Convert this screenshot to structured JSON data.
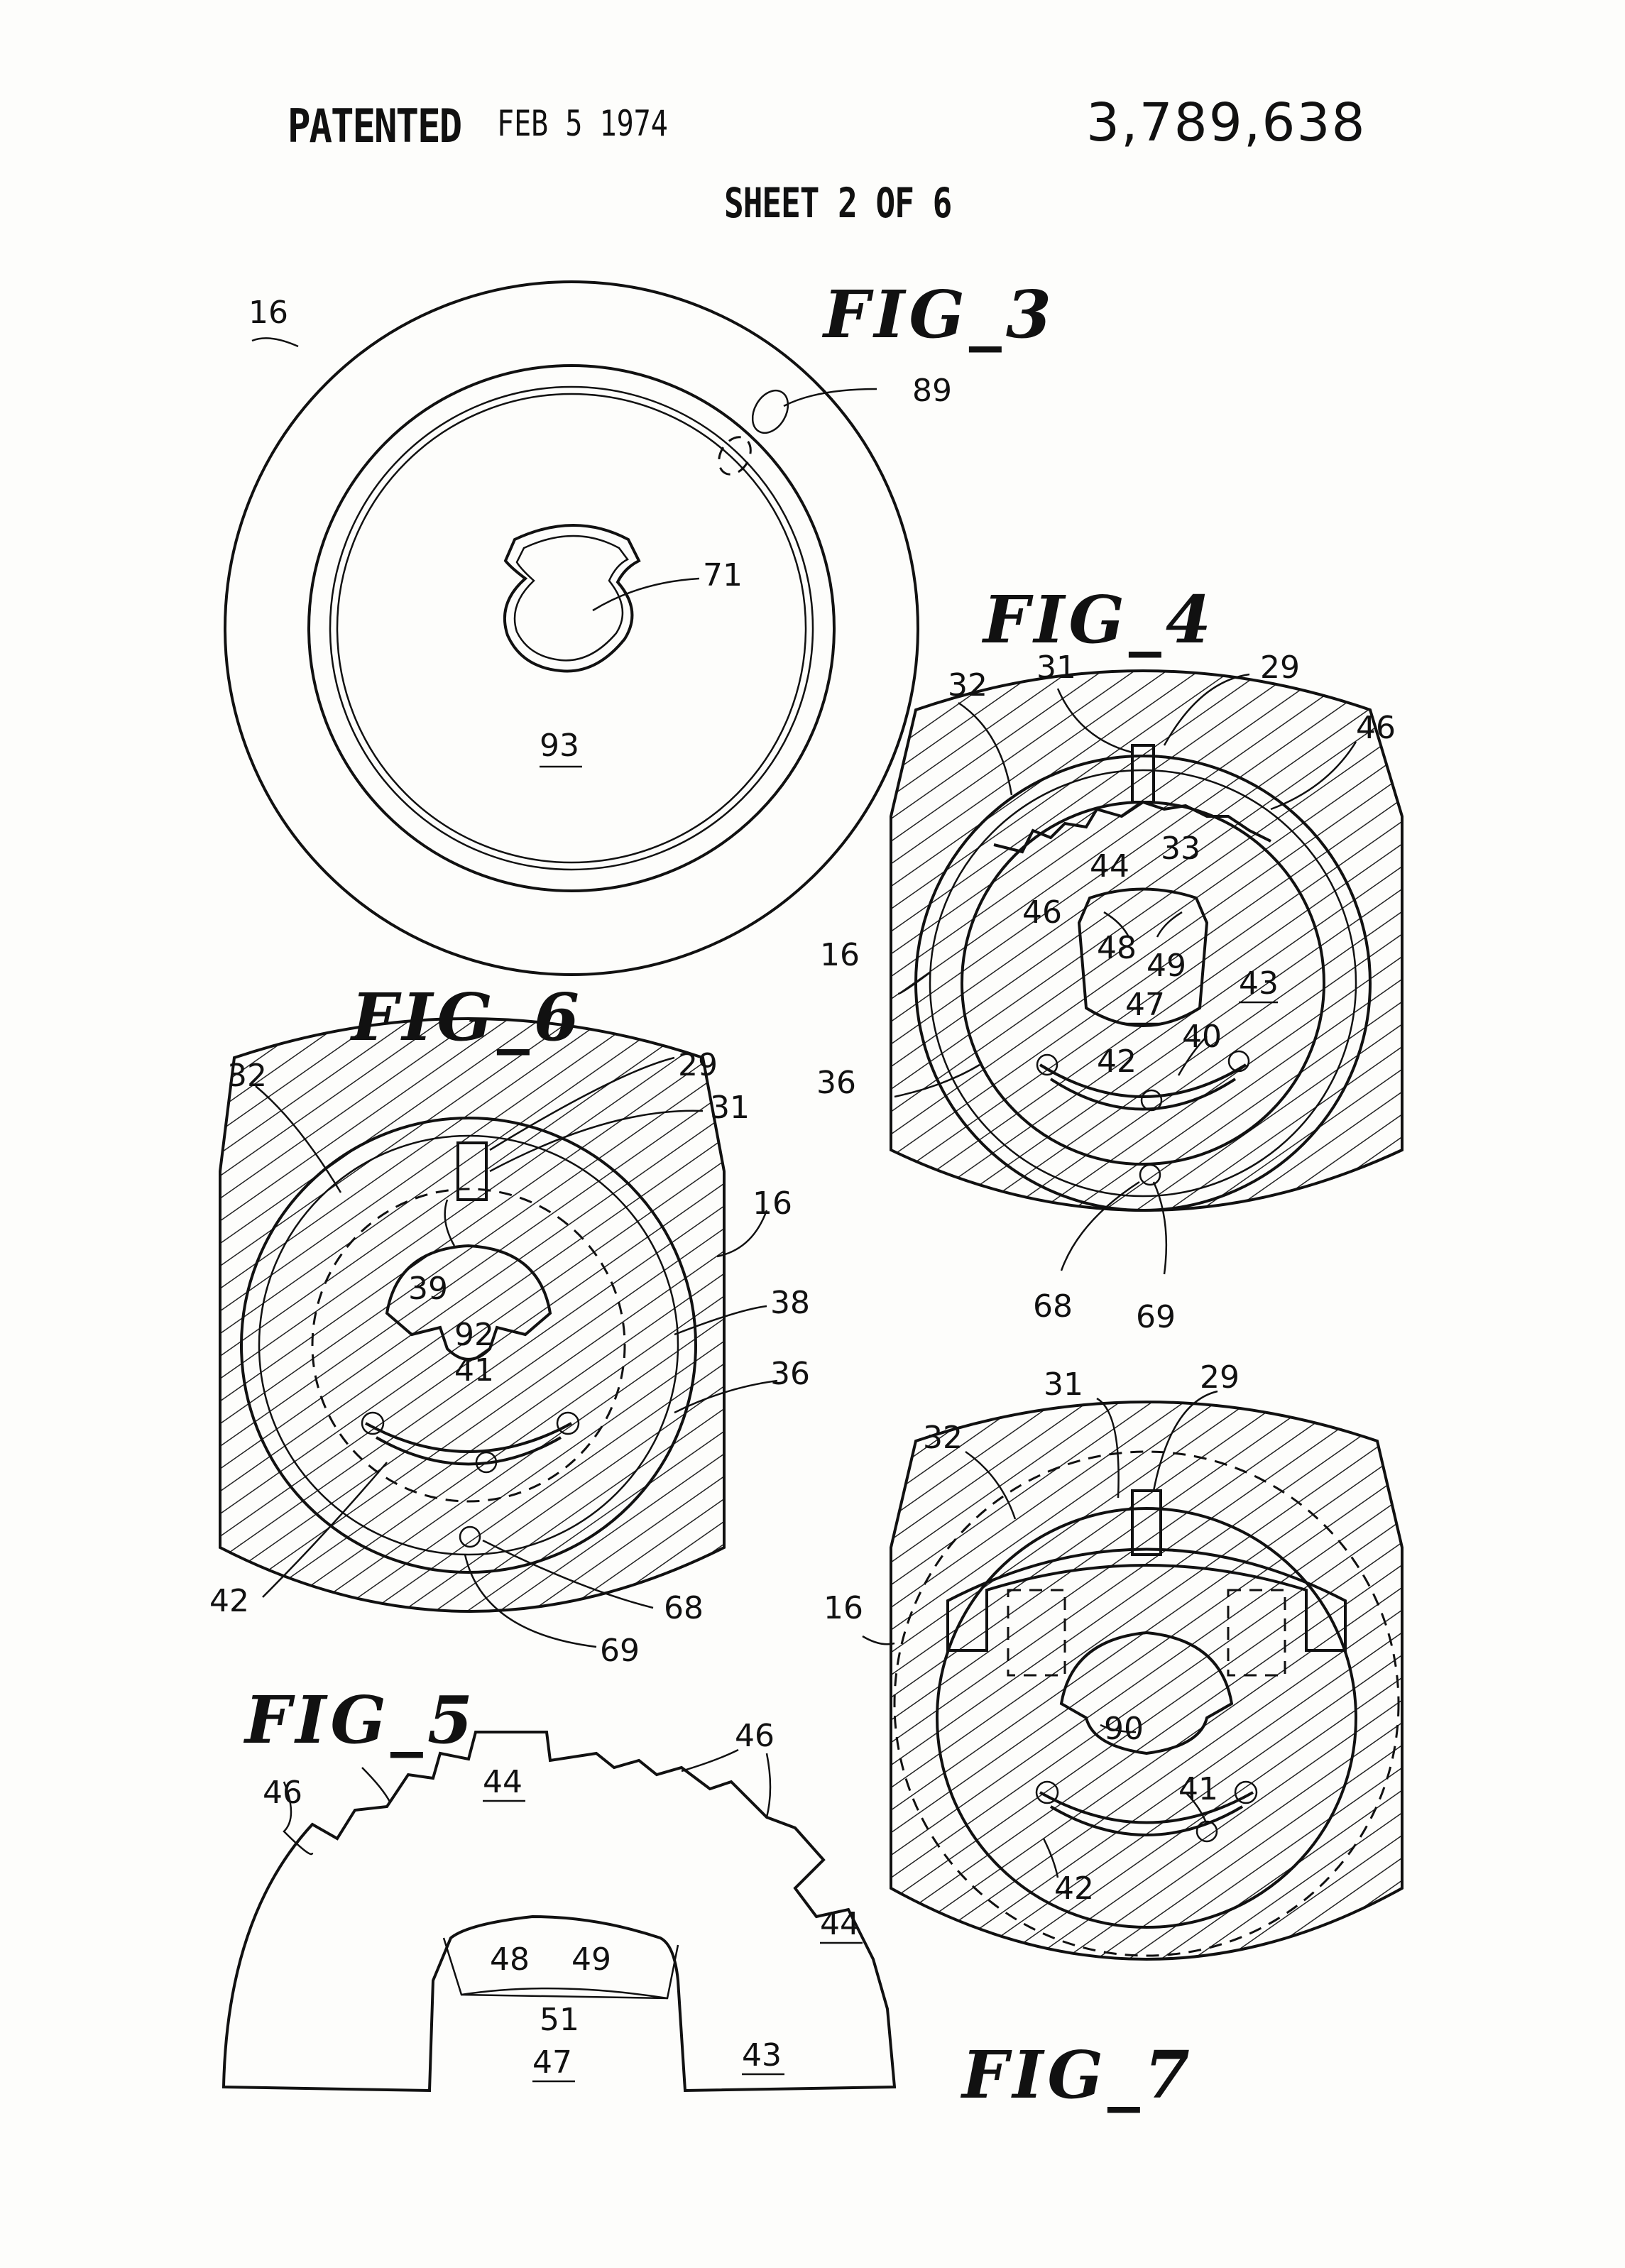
{
  "header": {
    "patented": "PATENTED",
    "date": "FEB 5 1974",
    "patent_number": "3,789,638",
    "sheet": "SHEET 2 OF 6"
  },
  "figures": {
    "fig3": {
      "title": "FIG_3",
      "labels": [
        "16",
        "89",
        "71",
        "93"
      ]
    },
    "fig4": {
      "title": "FIG_4",
      "labels": [
        "32",
        "31",
        "29",
        "46",
        "33",
        "44",
        "46",
        "48",
        "49",
        "47",
        "43",
        "16",
        "36",
        "42",
        "40",
        "68",
        "69"
      ]
    },
    "fig6": {
      "title": "FIG_6",
      "labels": [
        "32",
        "29",
        "31",
        "16",
        "39",
        "38",
        "92",
        "41",
        "36",
        "42",
        "68",
        "69"
      ]
    },
    "fig5": {
      "title": "FIG_5",
      "labels": [
        "46",
        "44",
        "46",
        "48",
        "49",
        "51",
        "44",
        "47",
        "43"
      ]
    },
    "fig7": {
      "title": "FIG_7",
      "labels": [
        "31",
        "29",
        "32",
        "16",
        "90",
        "41",
        "42"
      ]
    }
  }
}
